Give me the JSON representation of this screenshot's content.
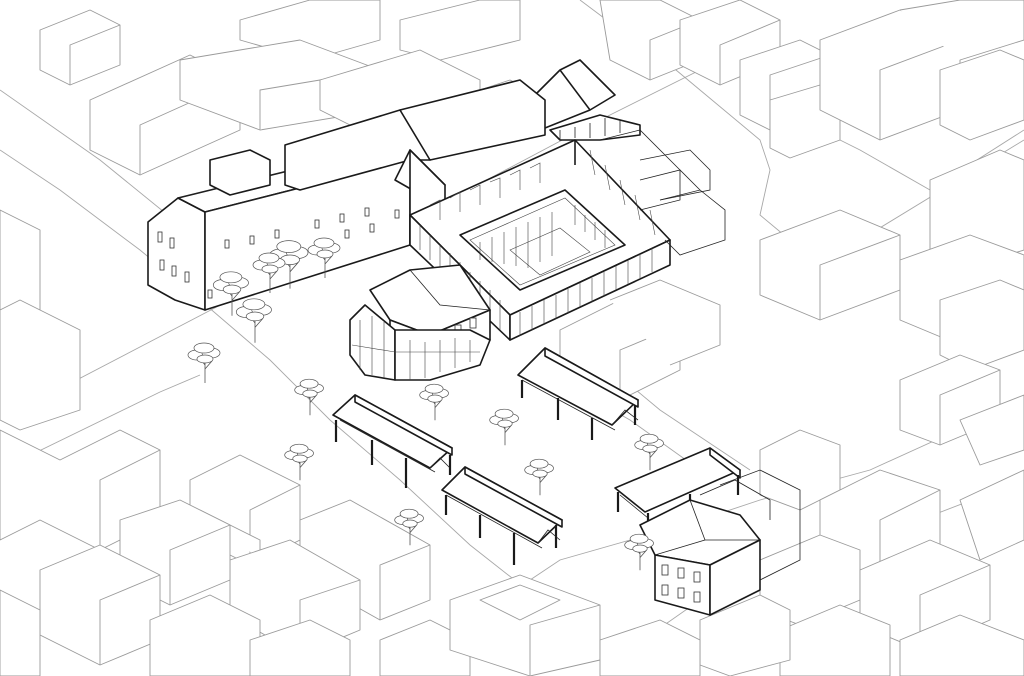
{
  "drawing": {
    "style": "axonometric line drawing",
    "line_colors": {
      "context": "#9a9a9a",
      "primary": "#1a1a1a",
      "trees": "#555555",
      "background": "#ffffff"
    }
  },
  "site_elements": [
    "context-buildings",
    "street-network",
    "main-building-wing",
    "cloister-courtyard",
    "timber-pavilion",
    "market-canopies",
    "plaza-trees",
    "corner-house"
  ]
}
